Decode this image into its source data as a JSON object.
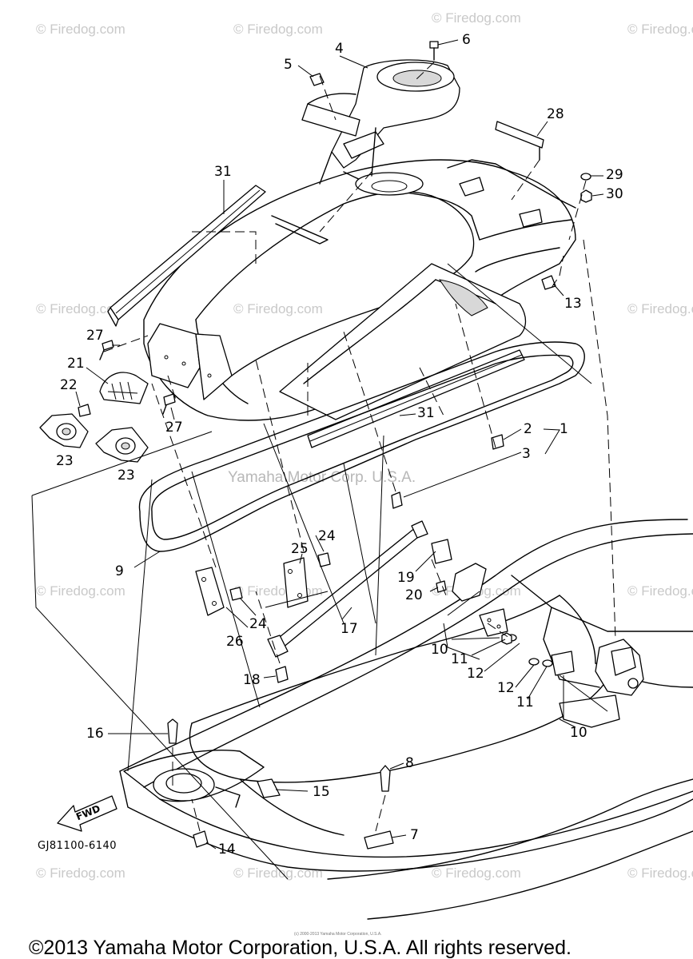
{
  "watermark": {
    "text": "© Firedog.com",
    "center_text": "Yamaha Motor Corp. U.S.A."
  },
  "callouts": {
    "c1": "1",
    "c2": "2",
    "c3": "3",
    "c4": "4",
    "c5": "5",
    "c6": "6",
    "c7": "7",
    "c8": "8",
    "c9": "9",
    "c10a": "10",
    "c10b": "10",
    "c11a": "11",
    "c11b": "11",
    "c12a": "12",
    "c12b": "12",
    "c13": "13",
    "c14": "14",
    "c15": "15",
    "c16": "16",
    "c17": "17",
    "c18": "18",
    "c19": "19",
    "c20": "20",
    "c21": "21",
    "c22": "22",
    "c23a": "23",
    "c23b": "23",
    "c24a": "24",
    "c24b": "24",
    "c25": "25",
    "c26": "26",
    "c27a": "27",
    "c27b": "27",
    "c28": "28",
    "c29": "29",
    "c30": "30",
    "c31a": "31",
    "c31b": "31"
  },
  "diagram_code": "GJ81100-6140",
  "direction_arrow": "FWD",
  "fine_print": "(c) 2000-2013 Yamaha Motor Corporation, U.S.A.",
  "copyright": "©2013 Yamaha Motor Corporation, U.S.A. All rights reserved."
}
